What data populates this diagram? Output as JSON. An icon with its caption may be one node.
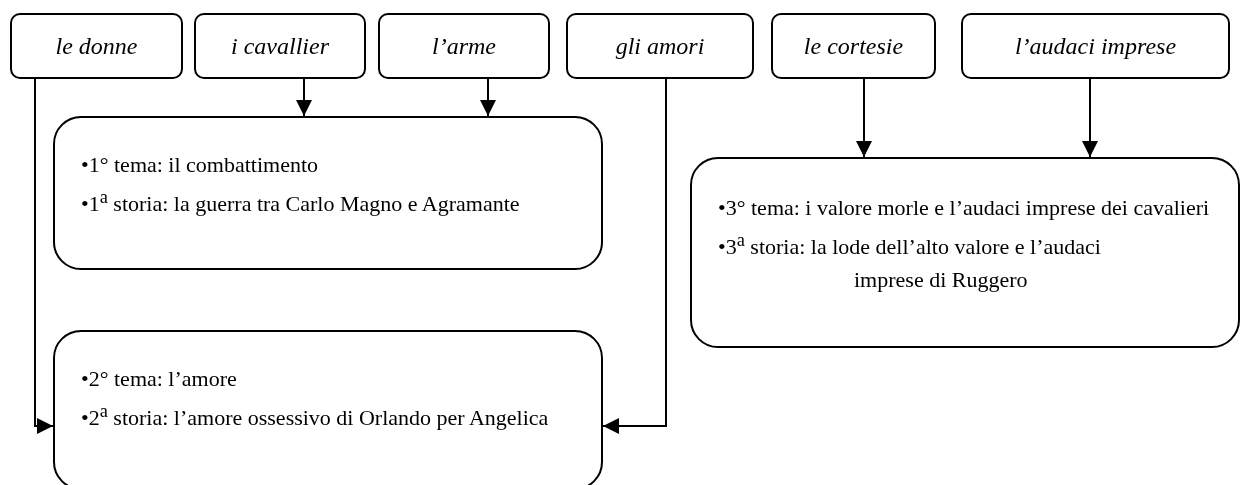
{
  "diagram": {
    "nodes": [
      {
        "text": [
          "le donne"
        ]
      },
      {
        "text": [
          "i cavallier"
        ]
      },
      {
        "text": [
          "l’arme"
        ]
      },
      {
        "text": [
          "gli amori"
        ]
      },
      {
        "text": [
          "le cortesie"
        ]
      },
      {
        "text": [
          "l’audaci imprese"
        ]
      },
      {
        "text": [
          "•1° tema: il combattimento",
          "•1$^{a}$ storia: la guerra tra Carlo Magno e Agramante"
        ]
      },
      {
        "text": [
          "•3° tema: i valore morle e l’audaci imprese dei cavalieri",
          "•3$^{a}$ storia: la lode dell’alto valore e l’audaci imprese di Ruggero"
        ]
      },
      {
        "text": [
          "•2° tema: l’amore",
          "•2$^{a}$ storia: l’amore ossessivo di Orlando per Angelica"
        ]
      }
    ],
    "edges": [
      {
        "from": 1,
        "to": 6,
        "arrow": "to"
      },
      {
        "from": 2,
        "to": 6,
        "arrow": "to"
      },
      {
        "from": 4,
        "to": 7,
        "arrow": "to"
      },
      {
        "from": 5,
        "to": 7,
        "arrow": "to"
      },
      {
        "from": 0,
        "to": 8,
        "arrow": "to"
      },
      {
        "from": 3,
        "to": 8,
        "arrow": "to"
      }
    ]
  }
}
